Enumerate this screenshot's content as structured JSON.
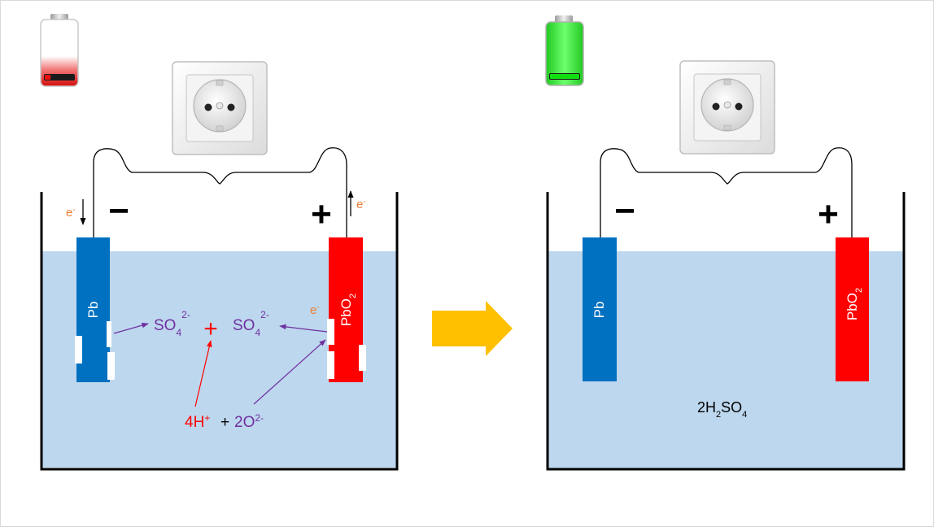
{
  "colors": {
    "electrolyte": "#bdd7ee",
    "pb_electrode": "#0070c0",
    "pbo2_electrode": "#ff0000",
    "sulfate": "#7030a0",
    "hydrogen": "#ff0000",
    "electron": "#ed7d31",
    "arrow": "#ffc000",
    "battery_low": "#e81010",
    "battery_full": "#10e010"
  },
  "icons": {
    "battery_left": "battery-low-icon",
    "battery_right": "battery-full-icon",
    "socket": "power-socket-icon",
    "arrow": "right-arrow-icon"
  },
  "batteries": {
    "left_percent": 20,
    "right_percent": 100
  },
  "left_cell": {
    "negative_sign": "−",
    "positive_sign": "+",
    "pb_label": "Pb",
    "pbo2_label": "PbO",
    "pbo2_sub": "2",
    "electron_top_left": {
      "base": "e",
      "sup": "-"
    },
    "electron_top_right": {
      "base": "e",
      "sup": "-"
    },
    "electron_mid_right": {
      "base": "e",
      "sup": "-"
    },
    "sulfate_left": {
      "base": "SO",
      "sub": "4",
      "sup": "2-"
    },
    "plus_sign": "+",
    "sulfate_right": {
      "base": "SO",
      "sub": "4",
      "sup": "2-"
    },
    "hydrogen": {
      "base": "4H",
      "sup": "+"
    },
    "join_plus": "+",
    "oxide": {
      "base": "2O",
      "sup": "2-"
    }
  },
  "right_cell": {
    "negative_sign": "−",
    "positive_sign": "+",
    "pb_label": "Pb",
    "pbo2_label": "PbO",
    "pbo2_sub": "2",
    "acid": {
      "coef": "2H",
      "sub1": "2",
      "mid": "SO",
      "sub2": "4"
    }
  }
}
